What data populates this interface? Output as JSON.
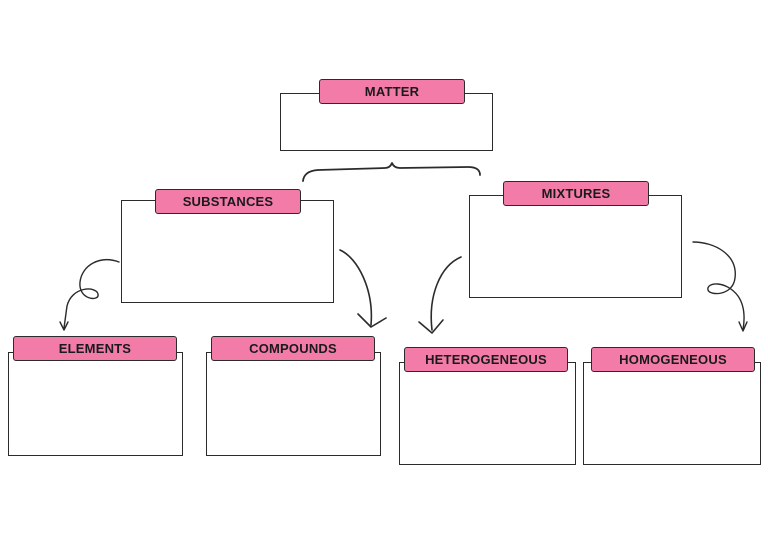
{
  "nodes": {
    "matter": "MATTER",
    "substances": "SUBSTANCES",
    "mixtures": "MIXTURES",
    "elements": "ELEMENTS",
    "compounds": "COMPOUNDS",
    "heterogeneous": "HETEROGENEOUS",
    "homogeneous": "HOMOGENEOUS"
  },
  "colors": {
    "label_fill": "#f27ca7",
    "stroke": "#2b2b2b",
    "background": "#ffffff"
  }
}
